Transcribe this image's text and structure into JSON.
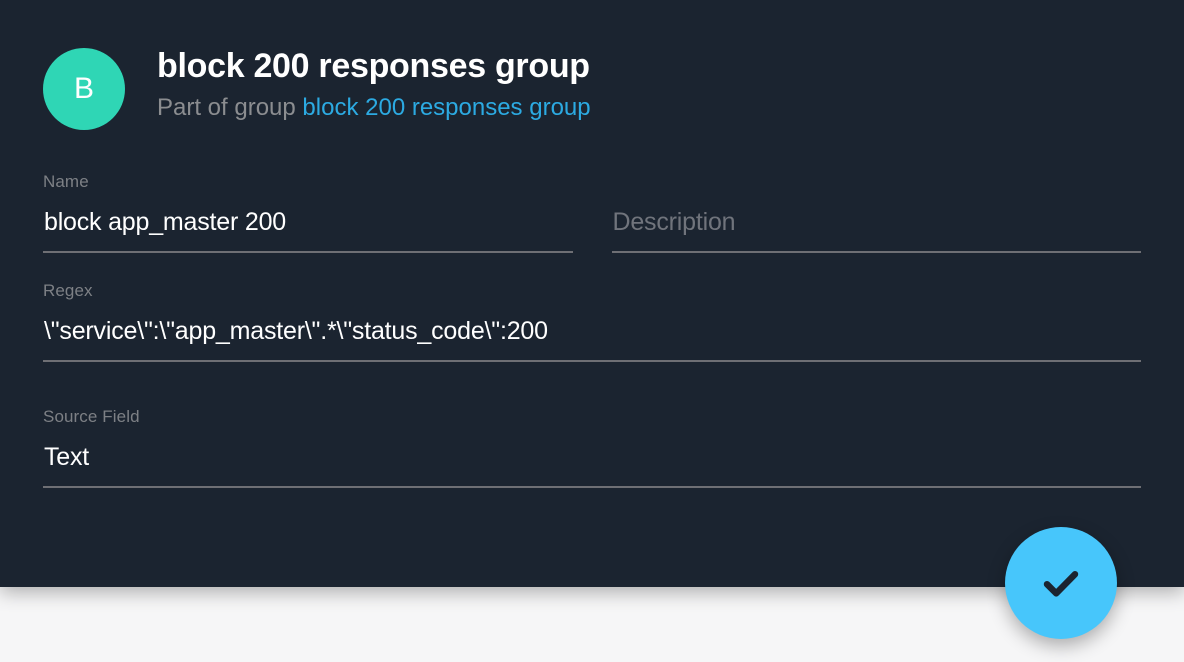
{
  "page": {
    "background_color": "#f6f6f7",
    "card_color": "#1b2430",
    "accent_link_color": "#2caae2",
    "avatar_color": "#2fd6b5",
    "fab_color": "#47c6fb"
  },
  "header": {
    "avatar_letter": "B",
    "title": "block 200 responses group",
    "subtitle_prefix": "Part of group",
    "group_link_label": "block 200 responses group"
  },
  "form": {
    "name": {
      "label": "Name",
      "value": "block app_master 200"
    },
    "description": {
      "placeholder": "Description",
      "value": ""
    },
    "regex": {
      "label": "Regex",
      "value": "\\\"service\\\":\\\"app_master\\\".*\\\"status_code\\\":200"
    },
    "source_field": {
      "label": "Source Field",
      "value": "Text"
    }
  },
  "fab": {
    "icon": "check-icon"
  }
}
